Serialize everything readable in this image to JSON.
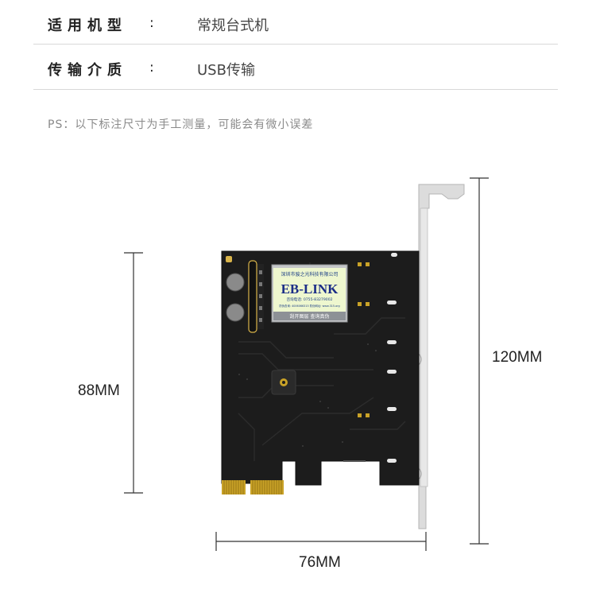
{
  "specs": [
    {
      "key": "适用机型",
      "colon": ":",
      "value": "常规台式机"
    },
    {
      "key": "传输介质",
      "colon": ":",
      "value": "USB传输"
    }
  ],
  "note": "PS：以下标注尺寸为手工测量，可能会有微小误差",
  "dimensions": {
    "height_card": "88MM",
    "height_bracket": "120MM",
    "width_card": "76MM"
  },
  "label_sticker": {
    "company": "深圳市骏之光科技有限公司",
    "brand": "EB-LINK",
    "phone": "咨询电话: 0755-83279002",
    "web_line": "防伪查询: 4006066315 防伪网址: www.315.org",
    "footer": "刮开图层  查询真伪"
  },
  "colors": {
    "pcb": "#1c1c1c",
    "gold_finger": "#c9a227",
    "bracket": "#d9d9d9",
    "line": "#333333"
  }
}
